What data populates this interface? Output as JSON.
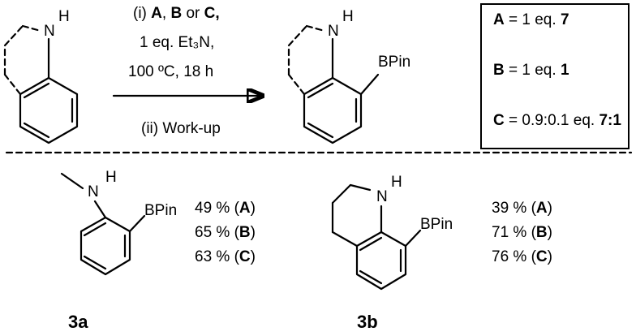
{
  "scheme": {
    "arrow_top_lines": [
      [
        "(i) ",
        "A",
        ", ",
        "B",
        " or ",
        "C,"
      ],
      "1 eq. Et₃N,",
      "100 ºC, 18 h"
    ],
    "arrow_bottom_line": "(ii) Work-up",
    "reagent_legend": [
      {
        "key": "A",
        "eq": " = 1 eq. ",
        "value": "7"
      },
      {
        "key": "B",
        "eq": " = 1 eq. ",
        "value": "1"
      },
      {
        "key": "C",
        "eq": " = 0.9:0.1 eq. ",
        "value": "7:1"
      }
    ],
    "atom_labels": {
      "N": "N",
      "H": "H",
      "bpin": "BPin"
    }
  },
  "products": [
    {
      "id": "3a",
      "yields": [
        {
          "pct": "49 % (",
          "cond": "A",
          "end": ")"
        },
        {
          "pct": "65 % (",
          "cond": "B",
          "end": ")"
        },
        {
          "pct": "63 % (",
          "cond": "C",
          "end": ")"
        }
      ]
    },
    {
      "id": "3b",
      "yields": [
        {
          "pct": "39 % (",
          "cond": "A",
          "end": ")"
        },
        {
          "pct": "71 % (",
          "cond": "B",
          "end": ")"
        },
        {
          "pct": "76 % (",
          "cond": "C",
          "end": ")"
        }
      ]
    }
  ]
}
